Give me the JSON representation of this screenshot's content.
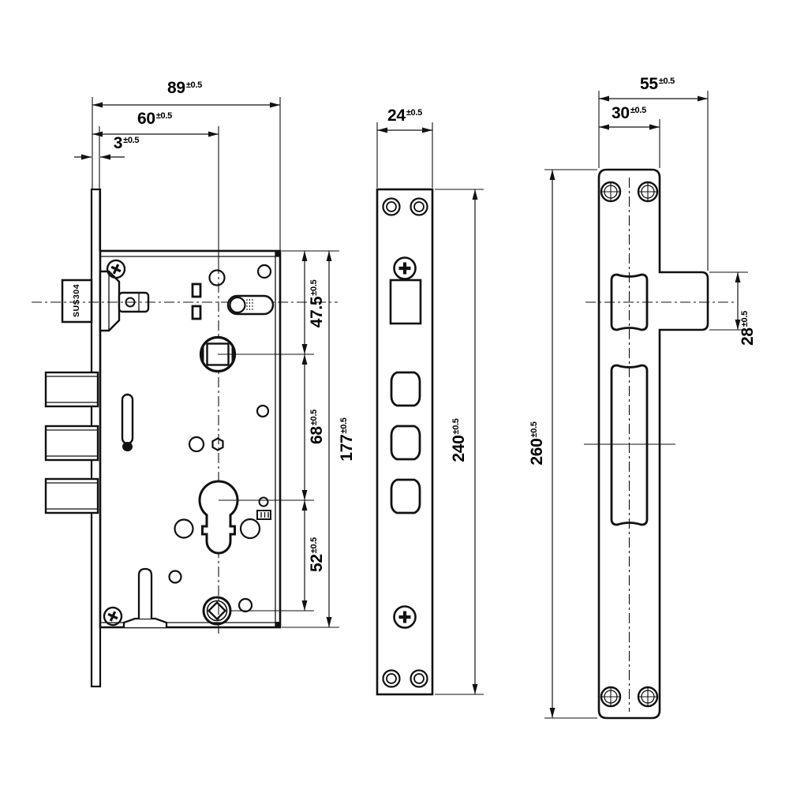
{
  "drawing": {
    "material_label": "SUS304",
    "colors": {
      "line": "#111111",
      "background": "#ffffff"
    },
    "views": {
      "lock_body": {
        "dims": {
          "overall_width": {
            "value": "89",
            "tol": "±0.5"
          },
          "backset": {
            "value": "60",
            "tol": "±0.5"
          },
          "faceplate_thickness": {
            "value": "3",
            "tol": "±0.5"
          },
          "top_to_follower": {
            "value": "47.5",
            "tol": "±0.5"
          },
          "follower_to_cylinder": {
            "value": "68",
            "tol": "±0.5"
          },
          "cylinder_to_turn": {
            "value": "52",
            "tol": "±0.5"
          },
          "case_height": {
            "value": "177",
            "tol": "±0.5"
          }
        }
      },
      "faceplate": {
        "dims": {
          "width": {
            "value": "24",
            "tol": "±0.5"
          },
          "height": {
            "value": "240",
            "tol": "±0.5"
          }
        }
      },
      "strike_plate": {
        "dims": {
          "overall_width": {
            "value": "55",
            "tol": "±0.5"
          },
          "body_width": {
            "value": "30",
            "tol": "±0.5"
          },
          "latch_wing_height": {
            "value": "28",
            "tol": "±0.5"
          },
          "height": {
            "value": "260",
            "tol": "±0.5"
          }
        }
      }
    }
  }
}
